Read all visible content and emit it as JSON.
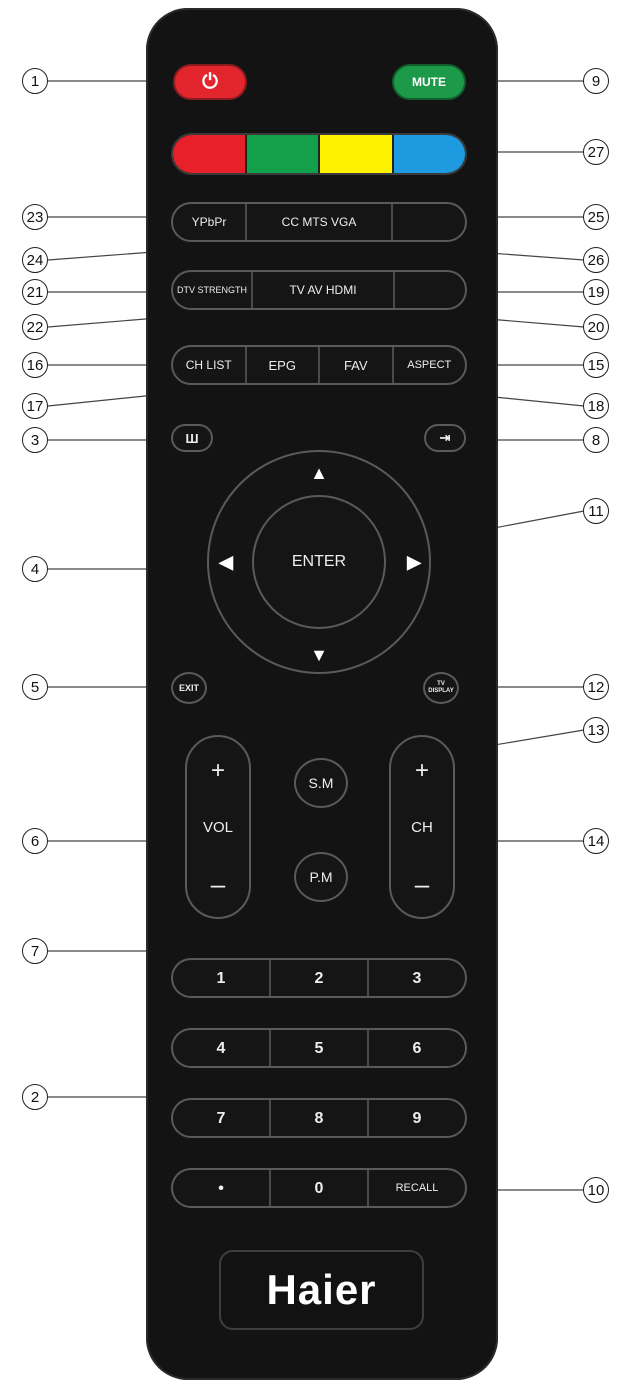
{
  "remote": {
    "brand": "Haier",
    "power_symbol": "⏻",
    "mute_label": "MUTE",
    "color_keys": [
      "#e8202a",
      "#13a04a",
      "#fff200",
      "#1e9be0"
    ],
    "row_ypbpr": [
      "YPbPr",
      "CC MTS VGA",
      ""
    ],
    "row_tv": [
      "DTV STRENGTH",
      "TV AV HDMI",
      ""
    ],
    "row_chlist": [
      "CH LIST",
      "EPG",
      "FAV",
      "ASPECT"
    ],
    "menu_symbol": "Ш",
    "input_symbol": "⇥",
    "nav": {
      "up": "▲",
      "down": "▼",
      "left": "◀",
      "right": "▶",
      "enter": "ENTER"
    },
    "exit_label": "EXIT",
    "display_label": "TV DISPLAY",
    "vol": {
      "plus": "+",
      "label": "VOL",
      "minus": "–"
    },
    "ch": {
      "plus": "+",
      "label": "CH",
      "minus": "–"
    },
    "sm_label": "S.M",
    "pm_label": "P.M",
    "numpad": [
      [
        "1",
        "2",
        "3"
      ],
      [
        "4",
        "5",
        "6"
      ],
      [
        "7",
        "8",
        "9"
      ],
      [
        "•",
        "0",
        "RECALL"
      ]
    ]
  },
  "callouts": [
    "1",
    "9",
    "27",
    "23",
    "25",
    "24",
    "26",
    "21",
    "19",
    "22",
    "20",
    "16",
    "15",
    "17",
    "18",
    "3",
    "8",
    "11",
    "4",
    "5",
    "12",
    "13",
    "6",
    "14",
    "7",
    "2",
    "10"
  ]
}
